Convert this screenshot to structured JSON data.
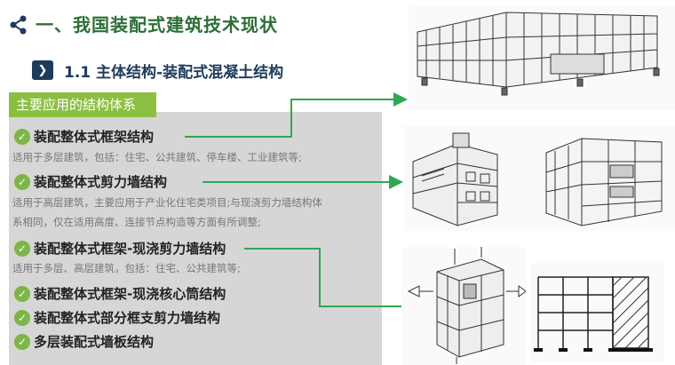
{
  "title": "一、我国装配式建筑技术现状",
  "subtitle": "1.1 主体结构-装配式混凝土结构",
  "panel_header": "主要应用的结构体系",
  "items": [
    {
      "label": "装配整体式框架结构",
      "desc": [
        "适用于多层建筑，包括：住宅、公共建筑、停车楼、工业建筑等;"
      ]
    },
    {
      "label": "装配整体式剪力墙结构",
      "desc": [
        "适用于高层建筑，主要应用于产业化住宅类项目;与现浇剪力墙结构体",
        "系相同，仅在适用高度、连接节点构造等方面有所调整;"
      ]
    },
    {
      "label": "装配整体式框架-现浇剪力墙结构",
      "desc": [
        "适用于多层、高层建筑，包括：住宅、公共建筑等;"
      ]
    },
    {
      "label": "装配整体式框架-现浇核心筒结构",
      "desc": []
    },
    {
      "label": "装配整体式部分框支剪力墙结构",
      "desc": []
    },
    {
      "label": "多层装配式墙板结构",
      "desc": []
    }
  ],
  "colors": {
    "accent_green": "#8cbf41",
    "connector_green": "#2fa84f",
    "title_green": "#2e6e36",
    "navy": "#1f3b5c"
  }
}
